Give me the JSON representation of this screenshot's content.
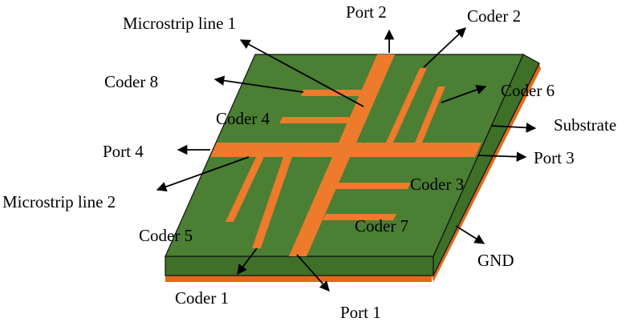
{
  "labels": {
    "microstrip_line_1": "Microstrip line 1",
    "microstrip_line_2": "Microstrip line 2",
    "port_1": "Port 1",
    "port_2": "Port 2",
    "port_3": "Port 3",
    "port_4": "Port 4",
    "coder_1": "Coder 1",
    "coder_2": "Coder 2",
    "coder_3": "Coder 3",
    "coder_4": "Coder 4",
    "coder_5": "Coder 5",
    "coder_6": "Coder 6",
    "coder_7": "Coder 7",
    "coder_8": "Coder 8",
    "substrate": "Substrate",
    "gnd": "GND"
  },
  "colors": {
    "substrate_top": "#4a7f34",
    "substrate_side": "#3f7028",
    "copper": "#ee7a2b",
    "ground": "#e06a1a",
    "outline": "#111111",
    "arrow": "#000000"
  }
}
